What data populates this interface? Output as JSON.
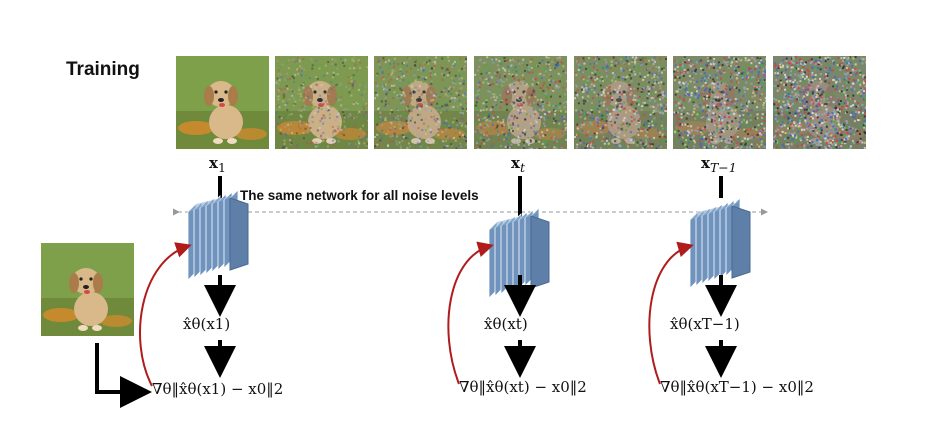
{
  "title": "Training",
  "banner": "The same network for all noise levels",
  "x_labels": {
    "x1": "x",
    "x1_sub": "1",
    "xt": "x",
    "xt_sub": "t",
    "xT": "x",
    "xT_sub": "T−1"
  },
  "predictions": {
    "p1": "x̂θ(x1)",
    "pt": "x̂θ(xt)",
    "pT": "x̂θ(xT−1)"
  },
  "losses": {
    "l1": "∇θ‖x̂θ(x1) − x0‖2",
    "lt": "∇θ‖x̂θ(xt) − x0‖2",
    "lT": "∇θ‖x̂θ(xT−1) − x0‖2"
  },
  "noise_levels": [
    0,
    0.18,
    0.35,
    0.5,
    0.65,
    0.78,
    0.92
  ],
  "colors": {
    "network": "#6f93bd",
    "gradient_arrow": "#b01c1c",
    "grass": "#6f8a3b",
    "dog": "#d9b88a"
  }
}
